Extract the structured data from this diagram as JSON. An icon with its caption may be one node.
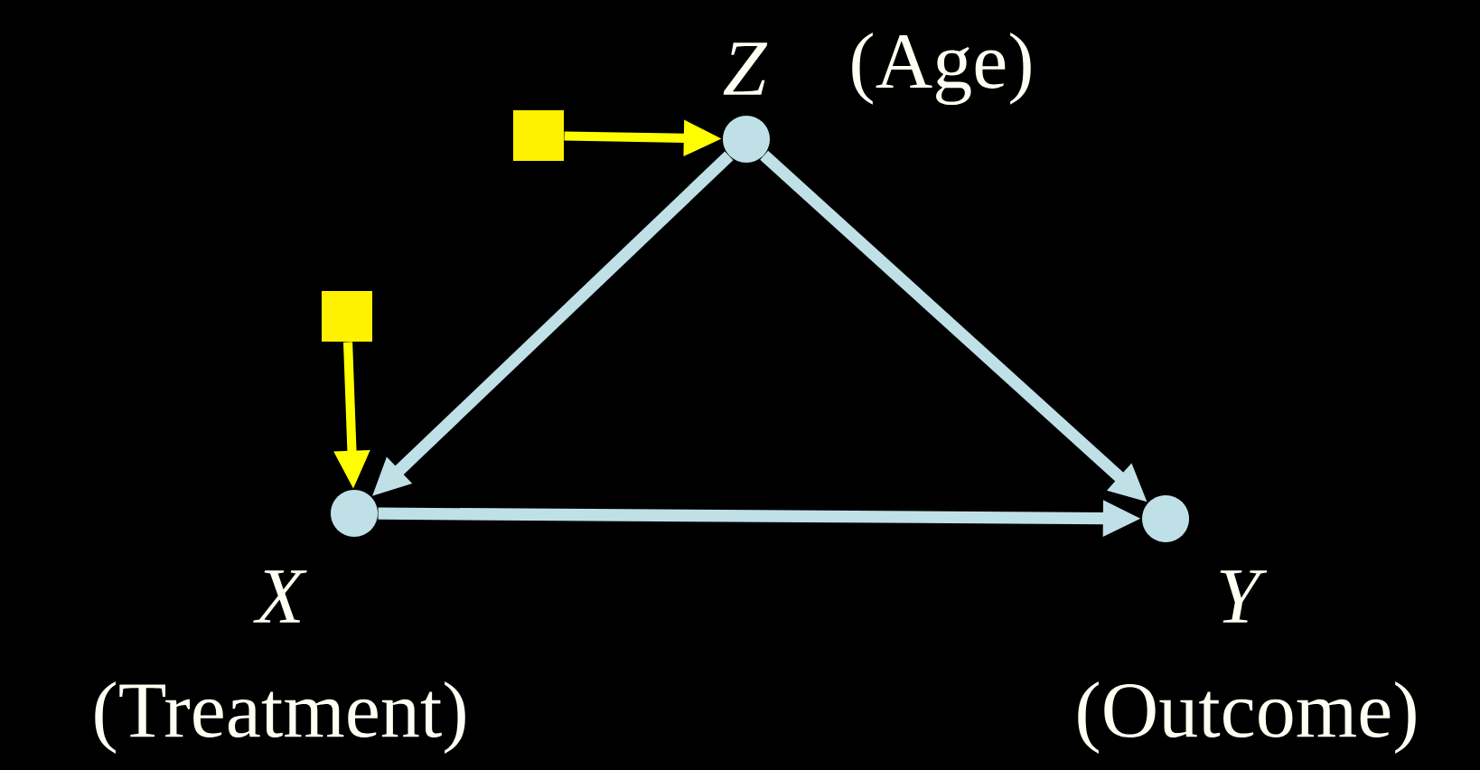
{
  "diagram": {
    "nodes": [
      {
        "text": [
          "Z",
          "(Age)"
        ]
      },
      {
        "text": [
          "X",
          "(Treatment)"
        ]
      },
      {
        "text": [
          "Y",
          "(Outcome)"
        ]
      },
      {
        "text": [],
        "shape": "box"
      },
      {
        "text": [],
        "shape": "box"
      }
    ],
    "edges": [
      {
        "from": 0,
        "to": 1,
        "arrow": "to"
      },
      {
        "from": 0,
        "to": 2,
        "arrow": "to"
      },
      {
        "from": 1,
        "to": 2,
        "arrow": "to"
      },
      {
        "from": 3,
        "to": 0,
        "arrow": "to",
        "color": "#ffff00"
      },
      {
        "from": 4,
        "to": 1,
        "arrow": "to",
        "color": "#ffff00"
      }
    ]
  }
}
